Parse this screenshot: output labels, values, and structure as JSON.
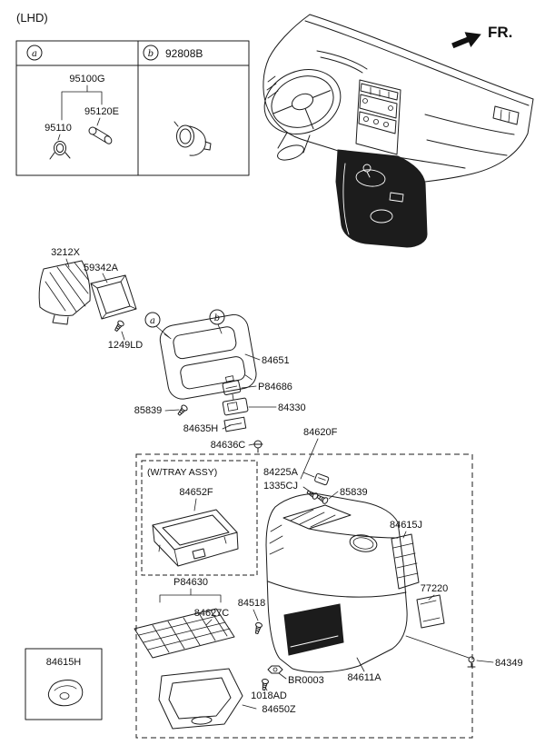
{
  "header": {
    "drive_layout": "(LHD)",
    "front_label": "FR."
  },
  "legend": {
    "callout_a": "a",
    "callout_b": "b",
    "part_socket_assy": "92808B",
    "part_lighter_assy": "95100G",
    "part_lighter_element": "95120E",
    "part_socket_ring": "95110"
  },
  "callouts": {
    "a": "a",
    "b": "b"
  },
  "labels": {
    "boot": "3212X",
    "bracket_frame": "59342A",
    "screw_1249LD": "1249LD",
    "center_facia": "84651",
    "switch_P84686": "P84686",
    "switch_84330": "84330",
    "screw_85839_left": "85839",
    "bracket_84635H": "84635H",
    "clip_84636C": "84636C",
    "console_assy": "84620F",
    "tray_note": "(W/TRAY ASSY)",
    "tray_assy": "84652F",
    "clip_84225A": "84225A",
    "screw_1335CJ": "1335CJ",
    "screw_85839_right": "85839",
    "side_cover": "84615J",
    "pad_77220": "77220",
    "mat_set": "P84630",
    "mat": "84627C",
    "screw_84518": "84518",
    "bracket_84615H": "84615H",
    "bolt_BR0003": "BR0003",
    "screw_1018AD": "1018AD",
    "rear_tray": "84650Z",
    "console_body": "84611A",
    "clip_84349": "84349"
  }
}
